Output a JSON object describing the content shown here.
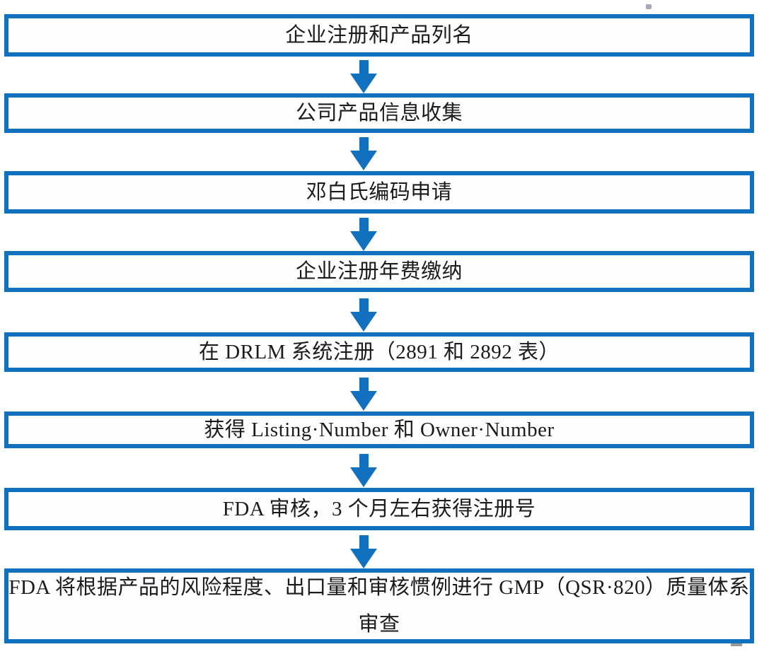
{
  "diagram": {
    "type": "flowchart",
    "direction": "top-down",
    "steps": [
      {
        "label": "企业注册和产品列名"
      },
      {
        "label": "公司产品信息收集"
      },
      {
        "label": "邓白氏编码申请"
      },
      {
        "label": "企业注册年费缴纳"
      },
      {
        "label": "在 DRLM 系统注册（2891 和 2892 表）"
      },
      {
        "label": "获得 Listing·Number 和 Owner·Number"
      },
      {
        "label": "FDA 审核，3 个月左右获得注册号"
      },
      {
        "label": "FDA 将根据产品的风险程度、出口量和审核惯例进行 GMP（QSR·820）质量体系审查"
      }
    ],
    "connector": "down-arrow",
    "colors": {
      "accent": "#1271BE",
      "text": "#1B1B1B",
      "background": "#FFFFFF",
      "stray_purple": "#9D92B3",
      "stray_gray": "#8F8F8F"
    }
  }
}
